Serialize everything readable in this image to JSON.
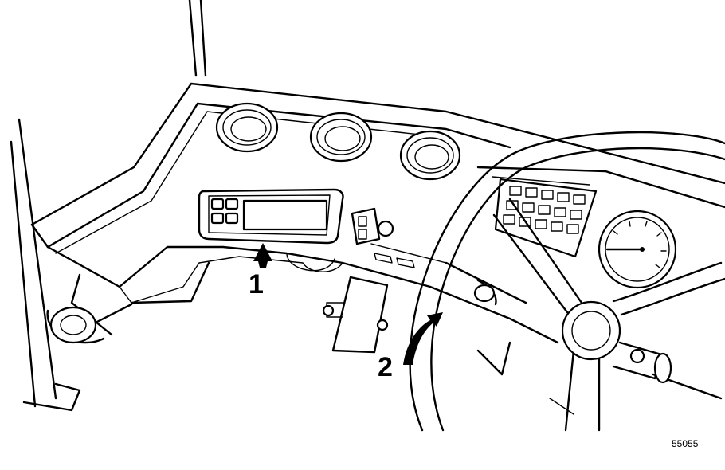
{
  "figure": {
    "callouts": [
      {
        "id": "1",
        "label": "1"
      },
      {
        "id": "2",
        "label": "2"
      }
    ],
    "reference_number": "55055"
  }
}
